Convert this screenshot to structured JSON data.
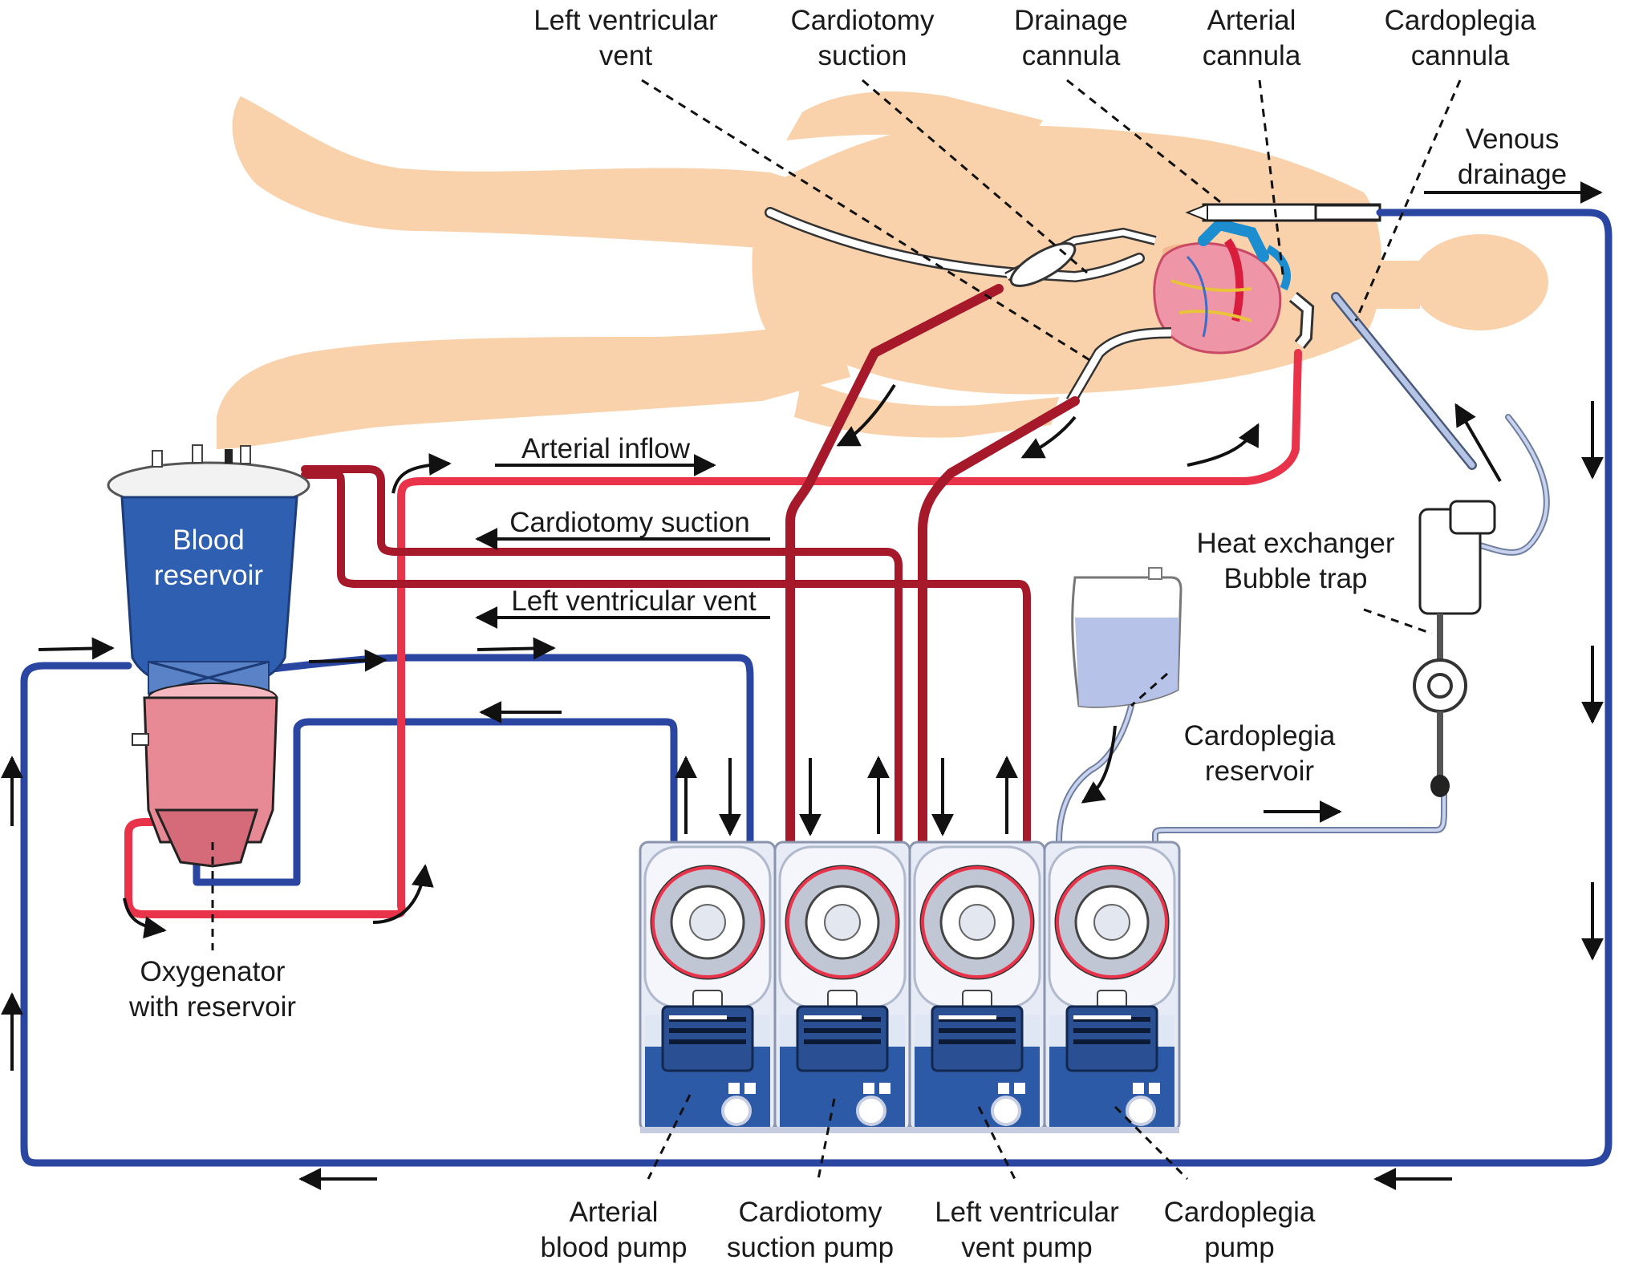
{
  "labels": {
    "lv_vent_top": [
      "Left ventricular",
      "vent"
    ],
    "cardiotomy_suction_top": [
      "Cardiotomy",
      "suction"
    ],
    "drainage_cannula": [
      "Drainage",
      "cannula"
    ],
    "arterial_cannula": [
      "Arterial",
      "cannula"
    ],
    "cardioplegia_cannula": [
      "Cardoplegia",
      "cannula"
    ],
    "venous_drainage": [
      "Venous",
      "drainage"
    ],
    "blood_reservoir": [
      "Blood",
      "reservoir"
    ],
    "arterial_inflow": "Arterial inflow",
    "cardiotomy_suction_line": "Cardiotomy suction",
    "lv_vent_line": "Left ventricular vent",
    "heat_exchanger": [
      "Heat exchanger",
      "Bubble trap"
    ],
    "cardioplegia_reservoir": [
      "Cardoplegia",
      "reservoir"
    ],
    "oxygenator": [
      "Oxygenator",
      "with reservoir"
    ],
    "arterial_blood_pump": [
      "Arterial",
      "blood pump"
    ],
    "cardiotomy_suction_pump": [
      "Cardiotomy",
      "suction pump"
    ],
    "lv_vent_pump": [
      "Left ventricular",
      "vent pump"
    ],
    "cardioplegia_pump": [
      "Cardoplegia",
      "pump"
    ]
  },
  "colors": {
    "skin": "#f9d2ac",
    "arterial": "#e8334a",
    "dark_red": "#a5192b",
    "venous": "#2a46a1",
    "light_blue": "#9fb3e0",
    "reservoir_blue": "#2f5fb0",
    "oxygenator_pink": "#e88a96",
    "pump_body": "#e6ebf6",
    "pump_panel": "#2d5aa6"
  },
  "icons": {
    "heart": "heart-icon",
    "pump": "roller-pump-icon",
    "flow_arrow": "arrow-icon"
  }
}
